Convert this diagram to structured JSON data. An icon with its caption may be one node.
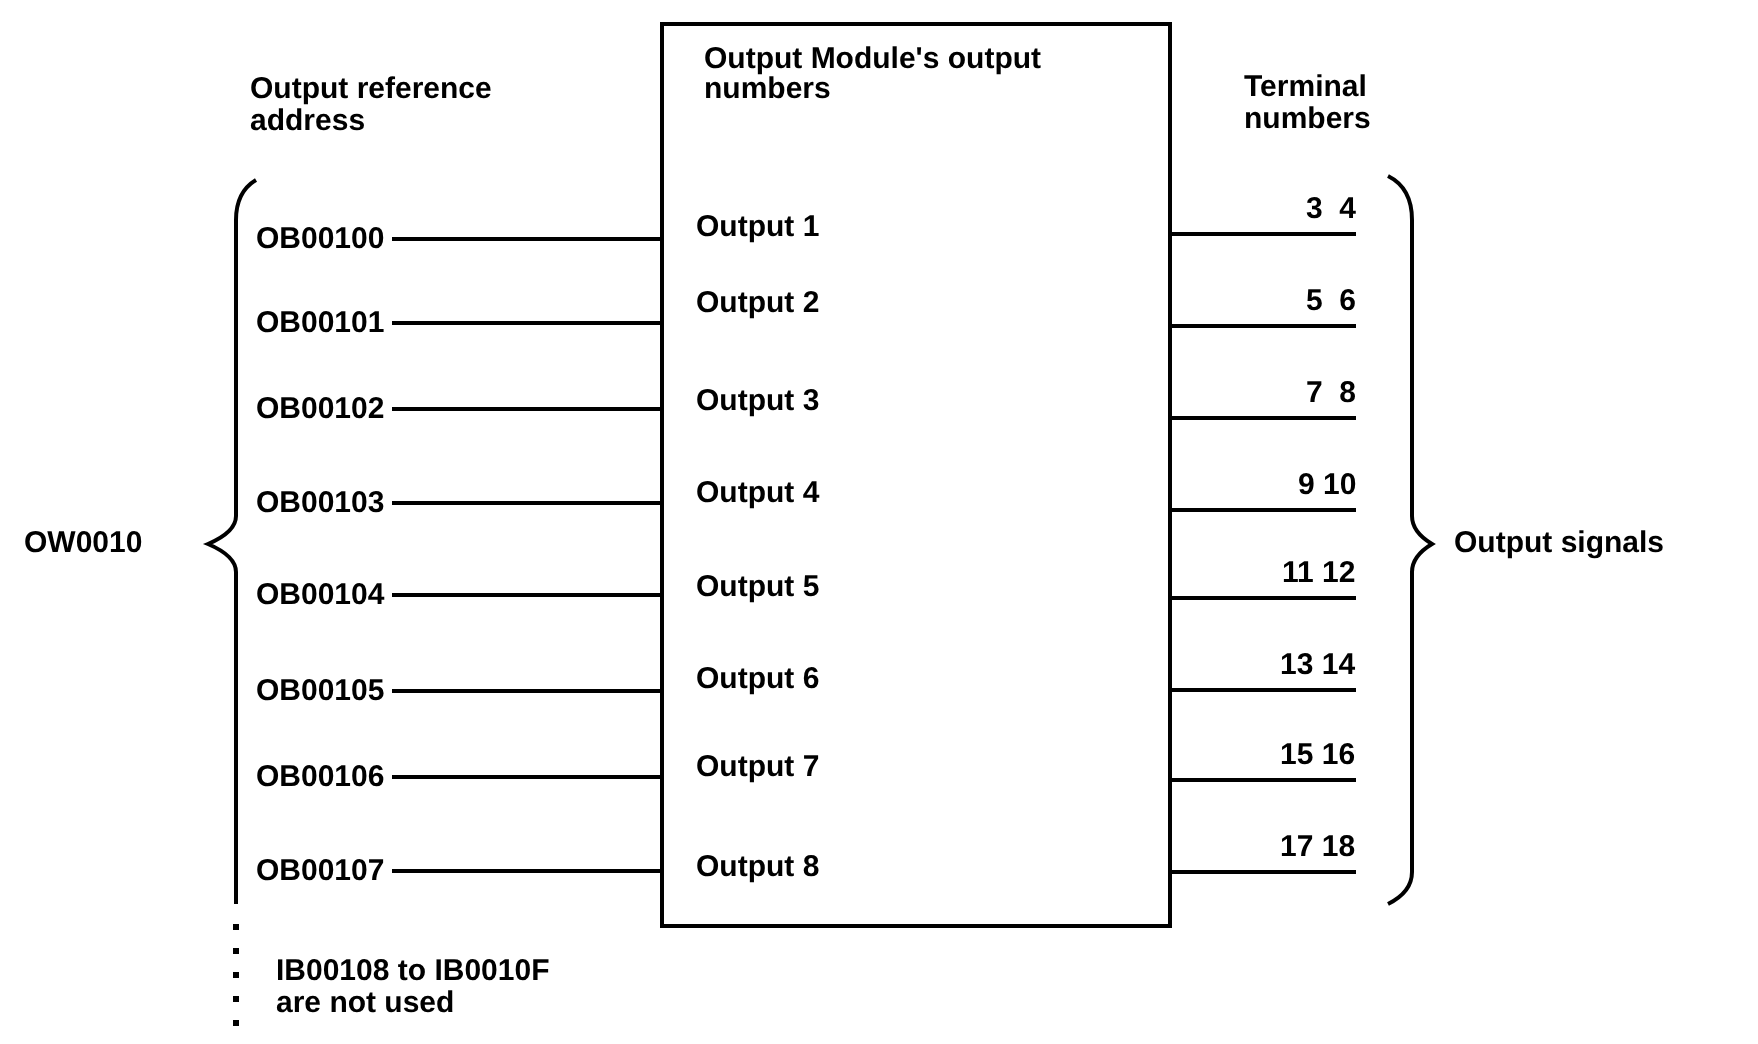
{
  "diagram": {
    "nodes": [
      {
        "text": [
          "OB00100"
        ]
      },
      {
        "text": [
          "OB00101"
        ]
      },
      {
        "text": [
          "OB00102"
        ]
      },
      {
        "text": [
          "OB00103"
        ]
      },
      {
        "text": [
          "OB00104"
        ]
      },
      {
        "text": [
          "OB00105"
        ]
      },
      {
        "text": [
          "OB00106"
        ]
      },
      {
        "text": [
          "OB00107"
        ]
      },
      {
        "text": [
          "Output Module's output numbers",
          "Output 1",
          "Output 2",
          "Output 3",
          "Output 4",
          "Output 5",
          "Output 6",
          "Output 7",
          "Output 8"
        ]
      }
    ],
    "edges": [
      {
        "from": 0,
        "to": 8,
        "arrow": "none"
      },
      {
        "from": 1,
        "to": 8,
        "arrow": "none"
      },
      {
        "from": 2,
        "to": 8,
        "arrow": "none"
      },
      {
        "from": 3,
        "to": 8,
        "arrow": "none"
      },
      {
        "from": 4,
        "to": 8,
        "arrow": "none"
      },
      {
        "from": 5,
        "to": 8,
        "arrow": "none"
      },
      {
        "from": 6,
        "to": 8,
        "arrow": "none"
      },
      {
        "from": 7,
        "to": 8,
        "arrow": "none"
      },
      {
        "from": 8,
        "to": null,
        "arrow": "none",
        "label": "3  4"
      },
      {
        "from": 8,
        "to": null,
        "arrow": "none",
        "label": "5  6"
      },
      {
        "from": 8,
        "to": null,
        "arrow": "none",
        "label": "7  8"
      },
      {
        "from": 8,
        "to": null,
        "arrow": "none",
        "label": "9 10"
      },
      {
        "from": 8,
        "to": null,
        "arrow": "none",
        "label": "11 12"
      },
      {
        "from": 8,
        "to": null,
        "arrow": "none",
        "label": "13 14"
      },
      {
        "from": 8,
        "to": null,
        "arrow": "none",
        "label": "15 16"
      },
      {
        "from": 8,
        "to": null,
        "arrow": "none",
        "label": "17 18"
      }
    ],
    "labels": [
      "Output reference address",
      "Terminal numbers",
      "OW0010",
      "Output signals",
      "IB00108 to IB0010F are not used"
    ]
  }
}
